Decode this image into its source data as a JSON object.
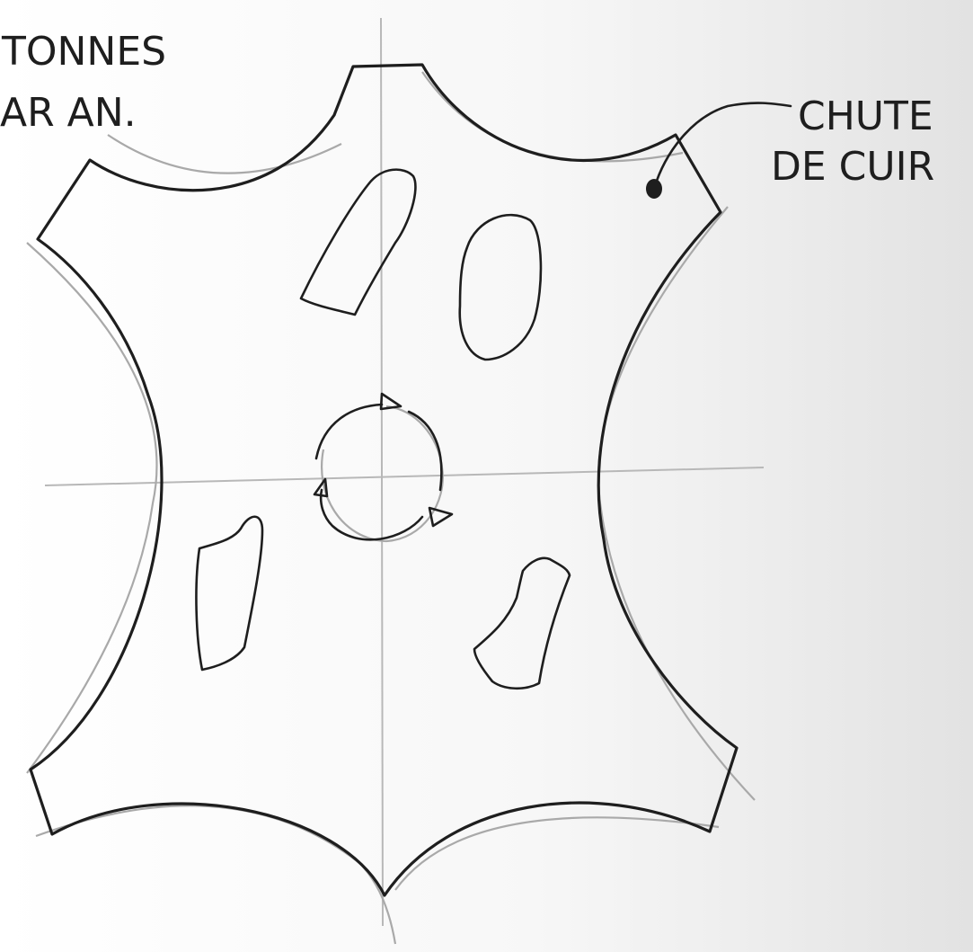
{
  "annotations": {
    "top_left_line1": "TONNES",
    "top_left_line2": "AR AN.",
    "callout_line1": "CHUTE",
    "callout_line2": "DE CUIR"
  },
  "colors": {
    "ink": "#1e1e1e",
    "pencil_guide": "#b8b8b8",
    "paper": "#ffffff"
  }
}
